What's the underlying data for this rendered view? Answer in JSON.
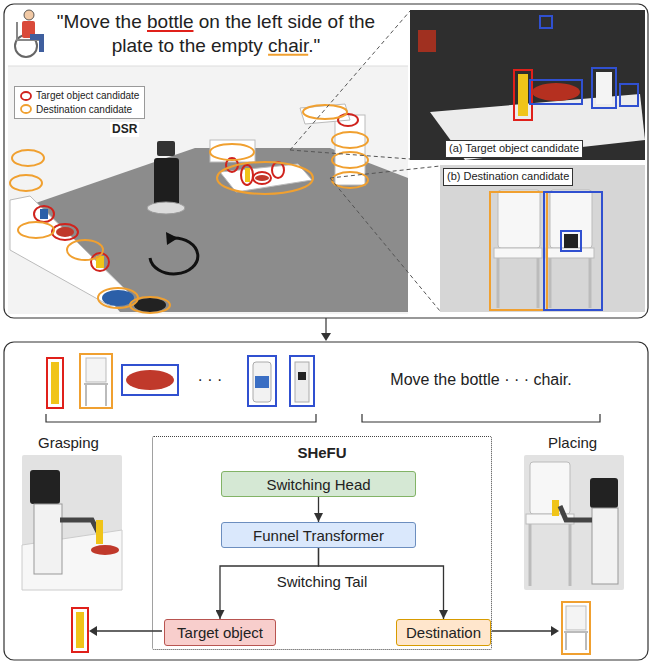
{
  "diagram": {
    "nodes": [
      {
        "text": [
          "SHeFU"
        ]
      },
      {
        "text": [
          "Switching Head"
        ],
        "in": 0
      },
      {
        "text": [
          "Funnel Transformer"
        ],
        "in": 0
      },
      {
        "text": [
          "Target object"
        ],
        "in": 0
      },
      {
        "text": [
          "Destination"
        ],
        "in": 0
      }
    ],
    "edges": [
      {
        "from": 1,
        "to": 2,
        "arrow": "to"
      },
      {
        "from": 2,
        "to": 3,
        "arrow": "to"
      },
      {
        "from": 2,
        "to": 4,
        "arrow": "to"
      }
    ],
    "labels": [
      "\"Move the bottle on the left side of the plate to the empty chair.\"",
      "DSR",
      "(a) Target object candidate",
      "(b) Destination candidate",
      "· · ·",
      "Move the bottle · · · chair.",
      "Grasping",
      "Placing",
      "Switching Tail"
    ],
    "legend": [
      {
        "text": "Target object candidate"
      },
      {
        "text": "Destination candidate"
      }
    ]
  }
}
